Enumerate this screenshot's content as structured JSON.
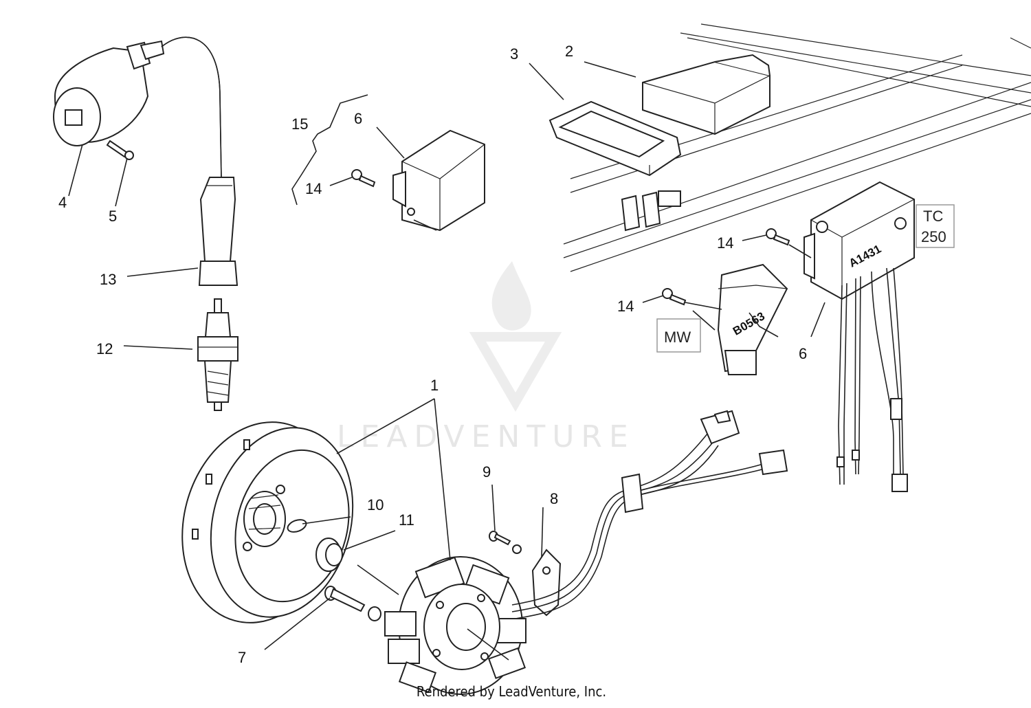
{
  "callouts": {
    "c1": "1",
    "c2": "2",
    "c3": "3",
    "c4": "4",
    "c5": "5",
    "c6a": "6",
    "c6b": "6",
    "c7": "7",
    "c8": "8",
    "c9": "9",
    "c10": "10",
    "c11": "11",
    "c12": "12",
    "c13": "13",
    "c14a": "14",
    "c14b": "14",
    "c14c": "14",
    "c15": "15"
  },
  "boxes": {
    "tc_line1": "TC",
    "tc_line2": "250",
    "mw": "MW"
  },
  "parts": {
    "regulator_label": "A1431",
    "module_label": "B0563"
  },
  "watermark": "LEADVENTURE",
  "credit": "Rendered by LeadVenture, Inc."
}
